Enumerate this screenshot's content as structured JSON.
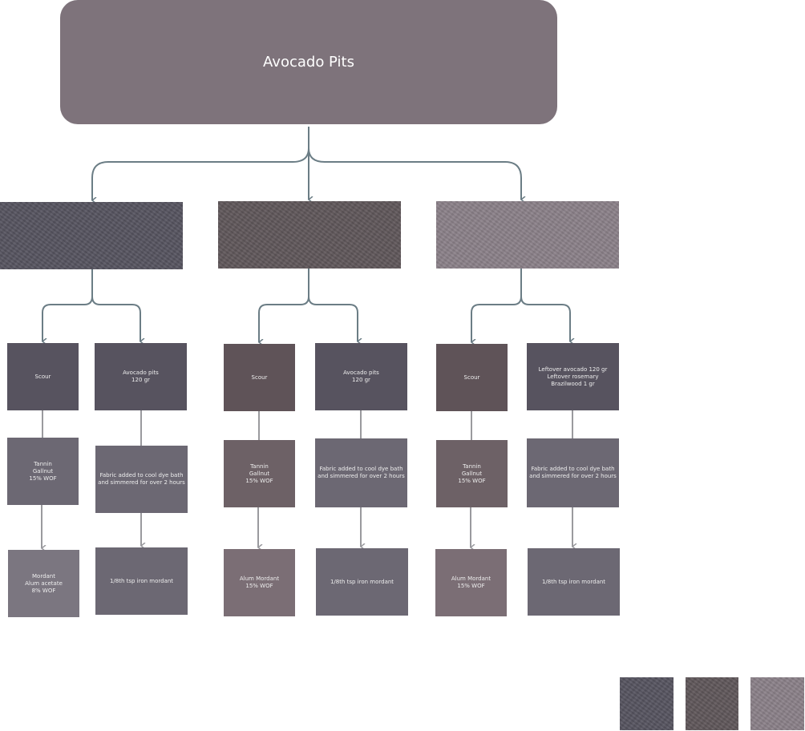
{
  "title": "Avocado Pits",
  "colors": {
    "root": "#7e737b",
    "connector": "#6b7d85",
    "line": "#9a9a9e",
    "swatch_1": "#55535f",
    "swatch_2": "#5f5659",
    "swatch_3": "#8a8088"
  },
  "branches": [
    {
      "steps_left": [
        "Scour",
        "Tannin\nGallnut\n15% WOF",
        "Mordant\nAlum acetate\n8% WOF"
      ],
      "steps_right": [
        "Avocado pits\n120 gr",
        "Fabric added to cool dye bath\nand simmered for over 2 hours",
        "1/8th tsp iron mordant"
      ]
    },
    {
      "steps_left": [
        "Scour",
        "Tannin\nGallnut\n15% WOF",
        "Alum Mordant\n15% WOF"
      ],
      "steps_right": [
        "Avocado pits\n120 gr",
        "Fabric added to cool dye bath\nand simmered for over 2 hours",
        "1/8th tsp iron mordant"
      ]
    },
    {
      "steps_left": [
        "Scour",
        "Tannin\nGallnut\n15% WOF",
        "Alum Mordant\n15% WOF"
      ],
      "steps_right": [
        "Leftover avocado 120 gr\nLeftover rosemary\nBrazilwood 1 gr",
        "Fabric added to cool dye bath\nand simmered for over 2 hours",
        "1/8th tsp iron mordant"
      ]
    }
  ]
}
